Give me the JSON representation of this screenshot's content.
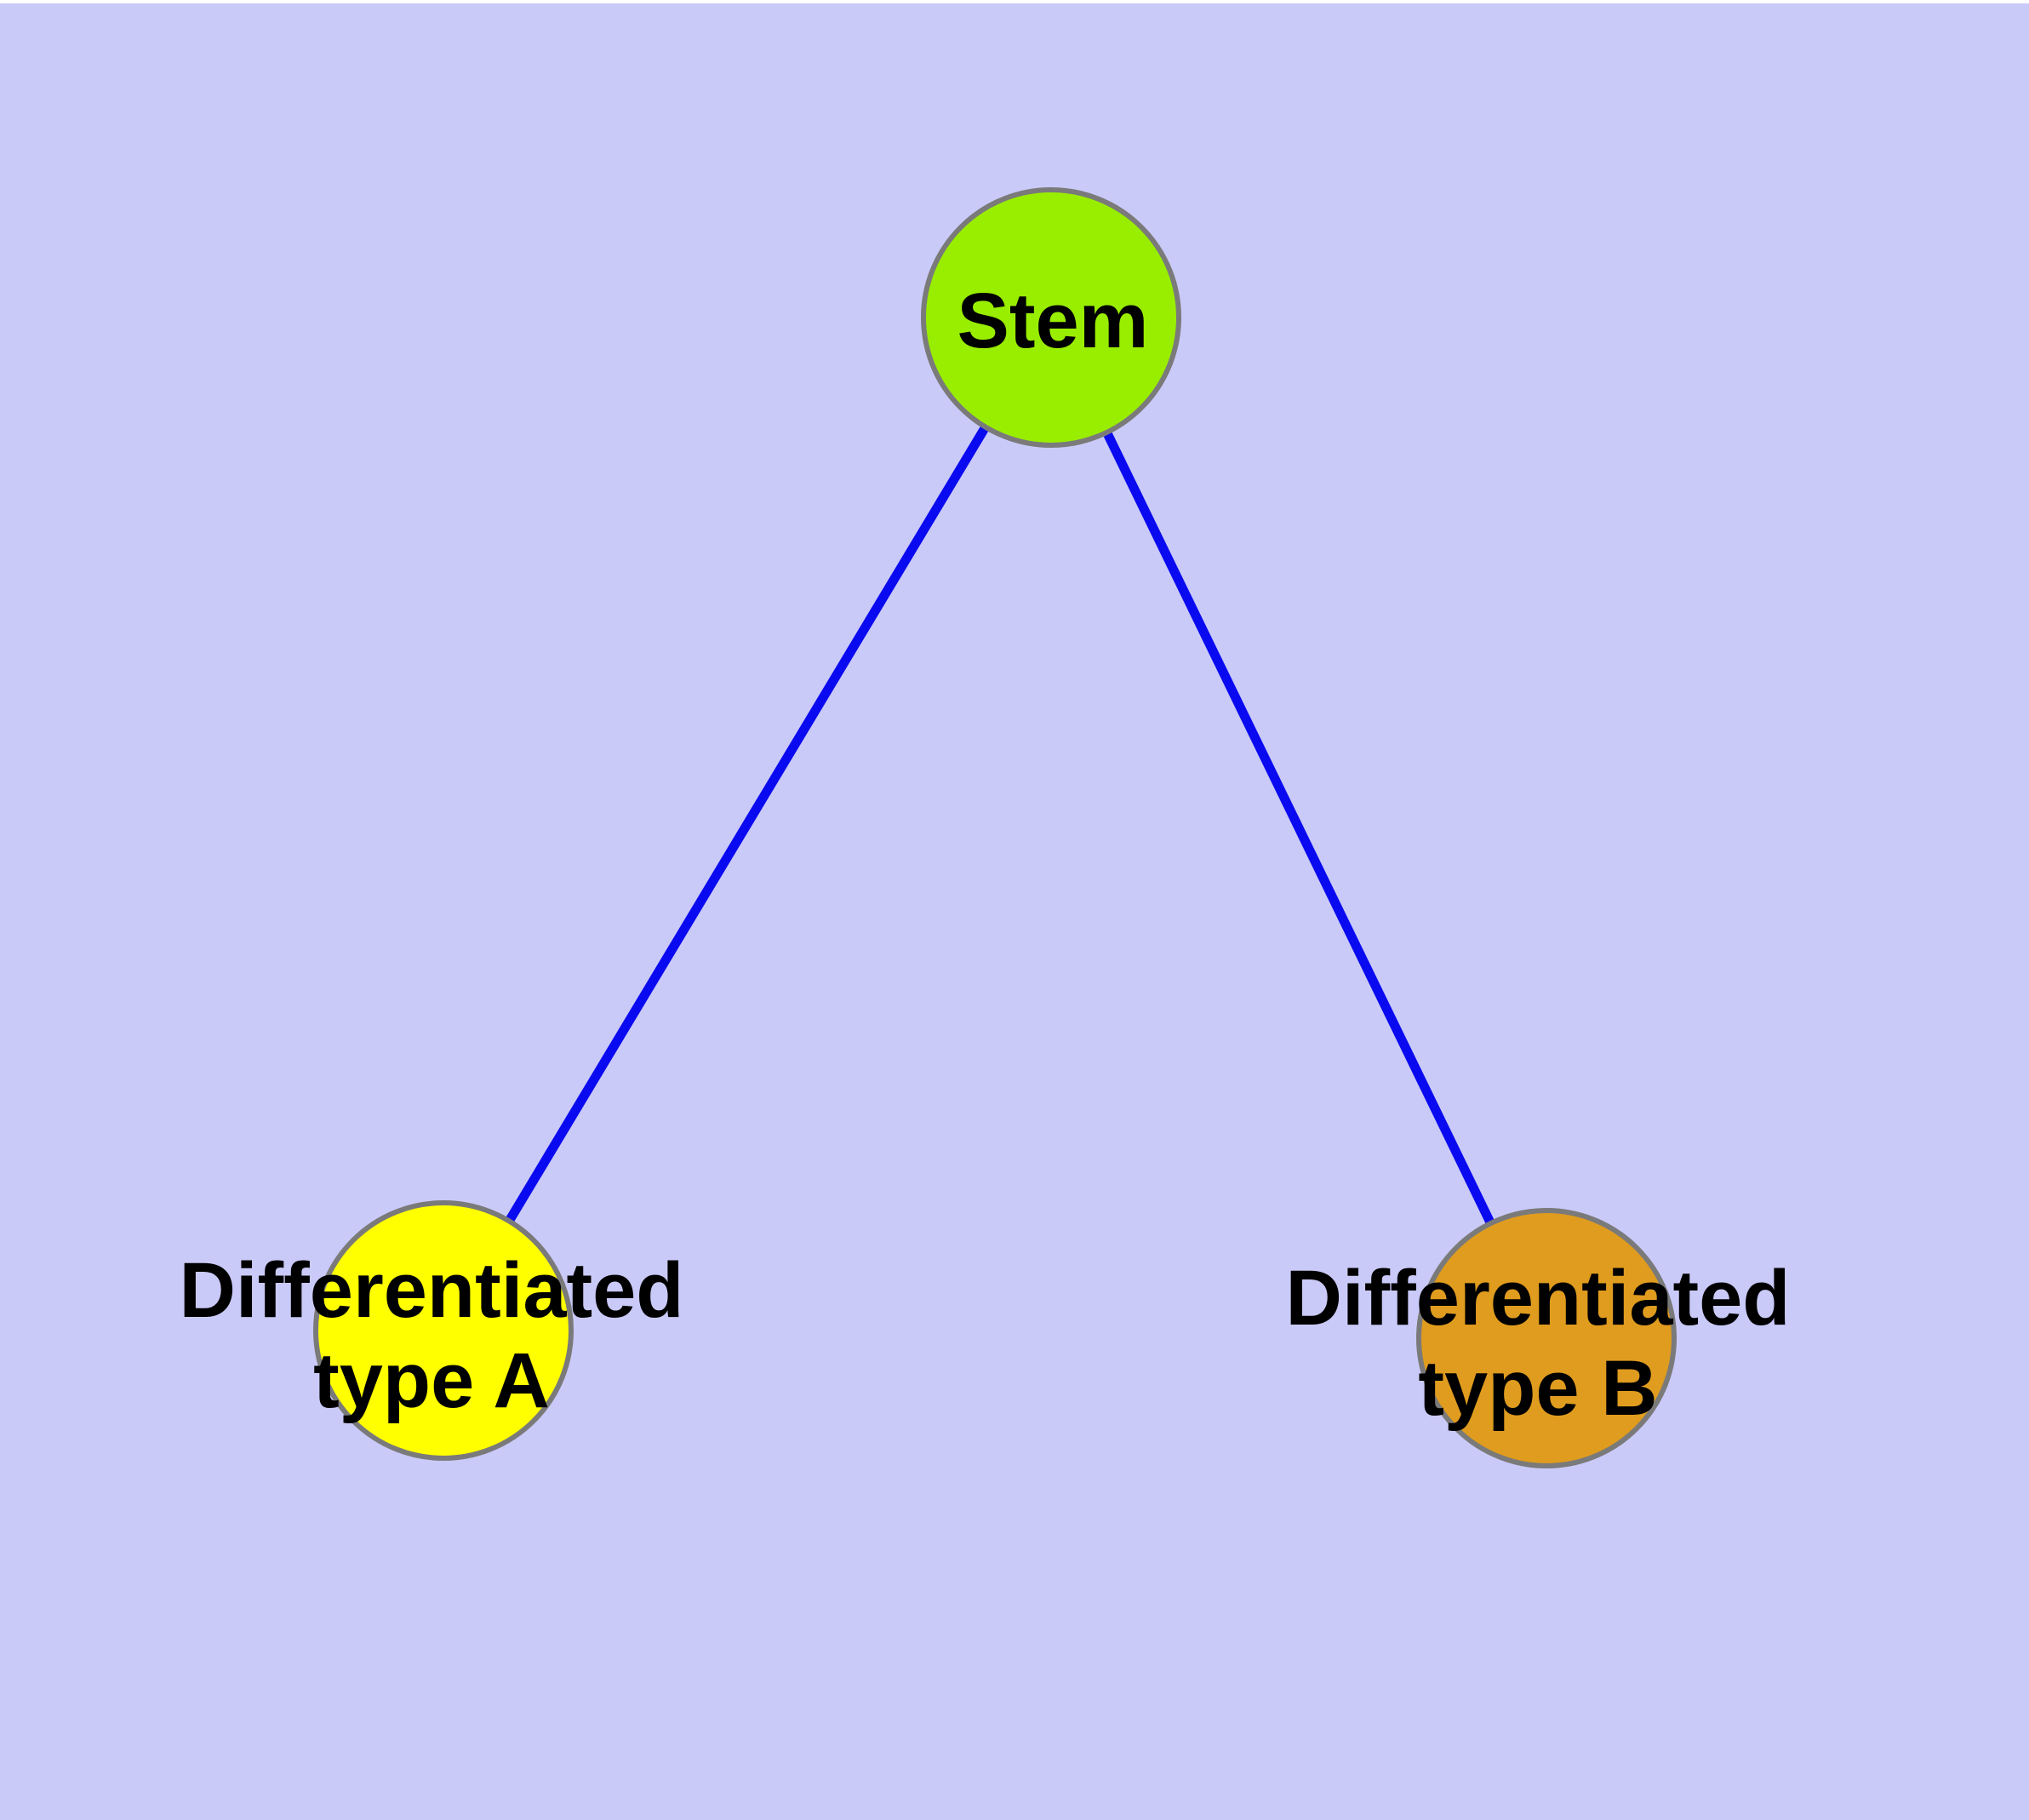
{
  "canvas": {
    "background_color": "#cacaf9",
    "top_strip_color": "#ffffff"
  },
  "diagram": {
    "type": "node-link-graph",
    "nodes": {
      "stem": {
        "label": "Stem",
        "fill_color": "#99ee00",
        "border_color": "#7a7a7a",
        "text_color": "#000000"
      },
      "type_a": {
        "label_line1": "Differentiated",
        "label_line2": "type A",
        "fill_color": "#ffff00",
        "border_color": "#7a7a7a",
        "text_color": "#000000"
      },
      "type_b": {
        "label_line1": "Differentiated",
        "label_line2": "type B",
        "fill_color": "#e09c1e",
        "border_color": "#7a7a7a",
        "text_color": "#000000"
      }
    },
    "edges": {
      "color": "#0a0af0",
      "list": [
        {
          "from": "Stem",
          "to": "Differentiated type A"
        },
        {
          "from": "Stem",
          "to": "Differentiated type B"
        }
      ]
    }
  }
}
